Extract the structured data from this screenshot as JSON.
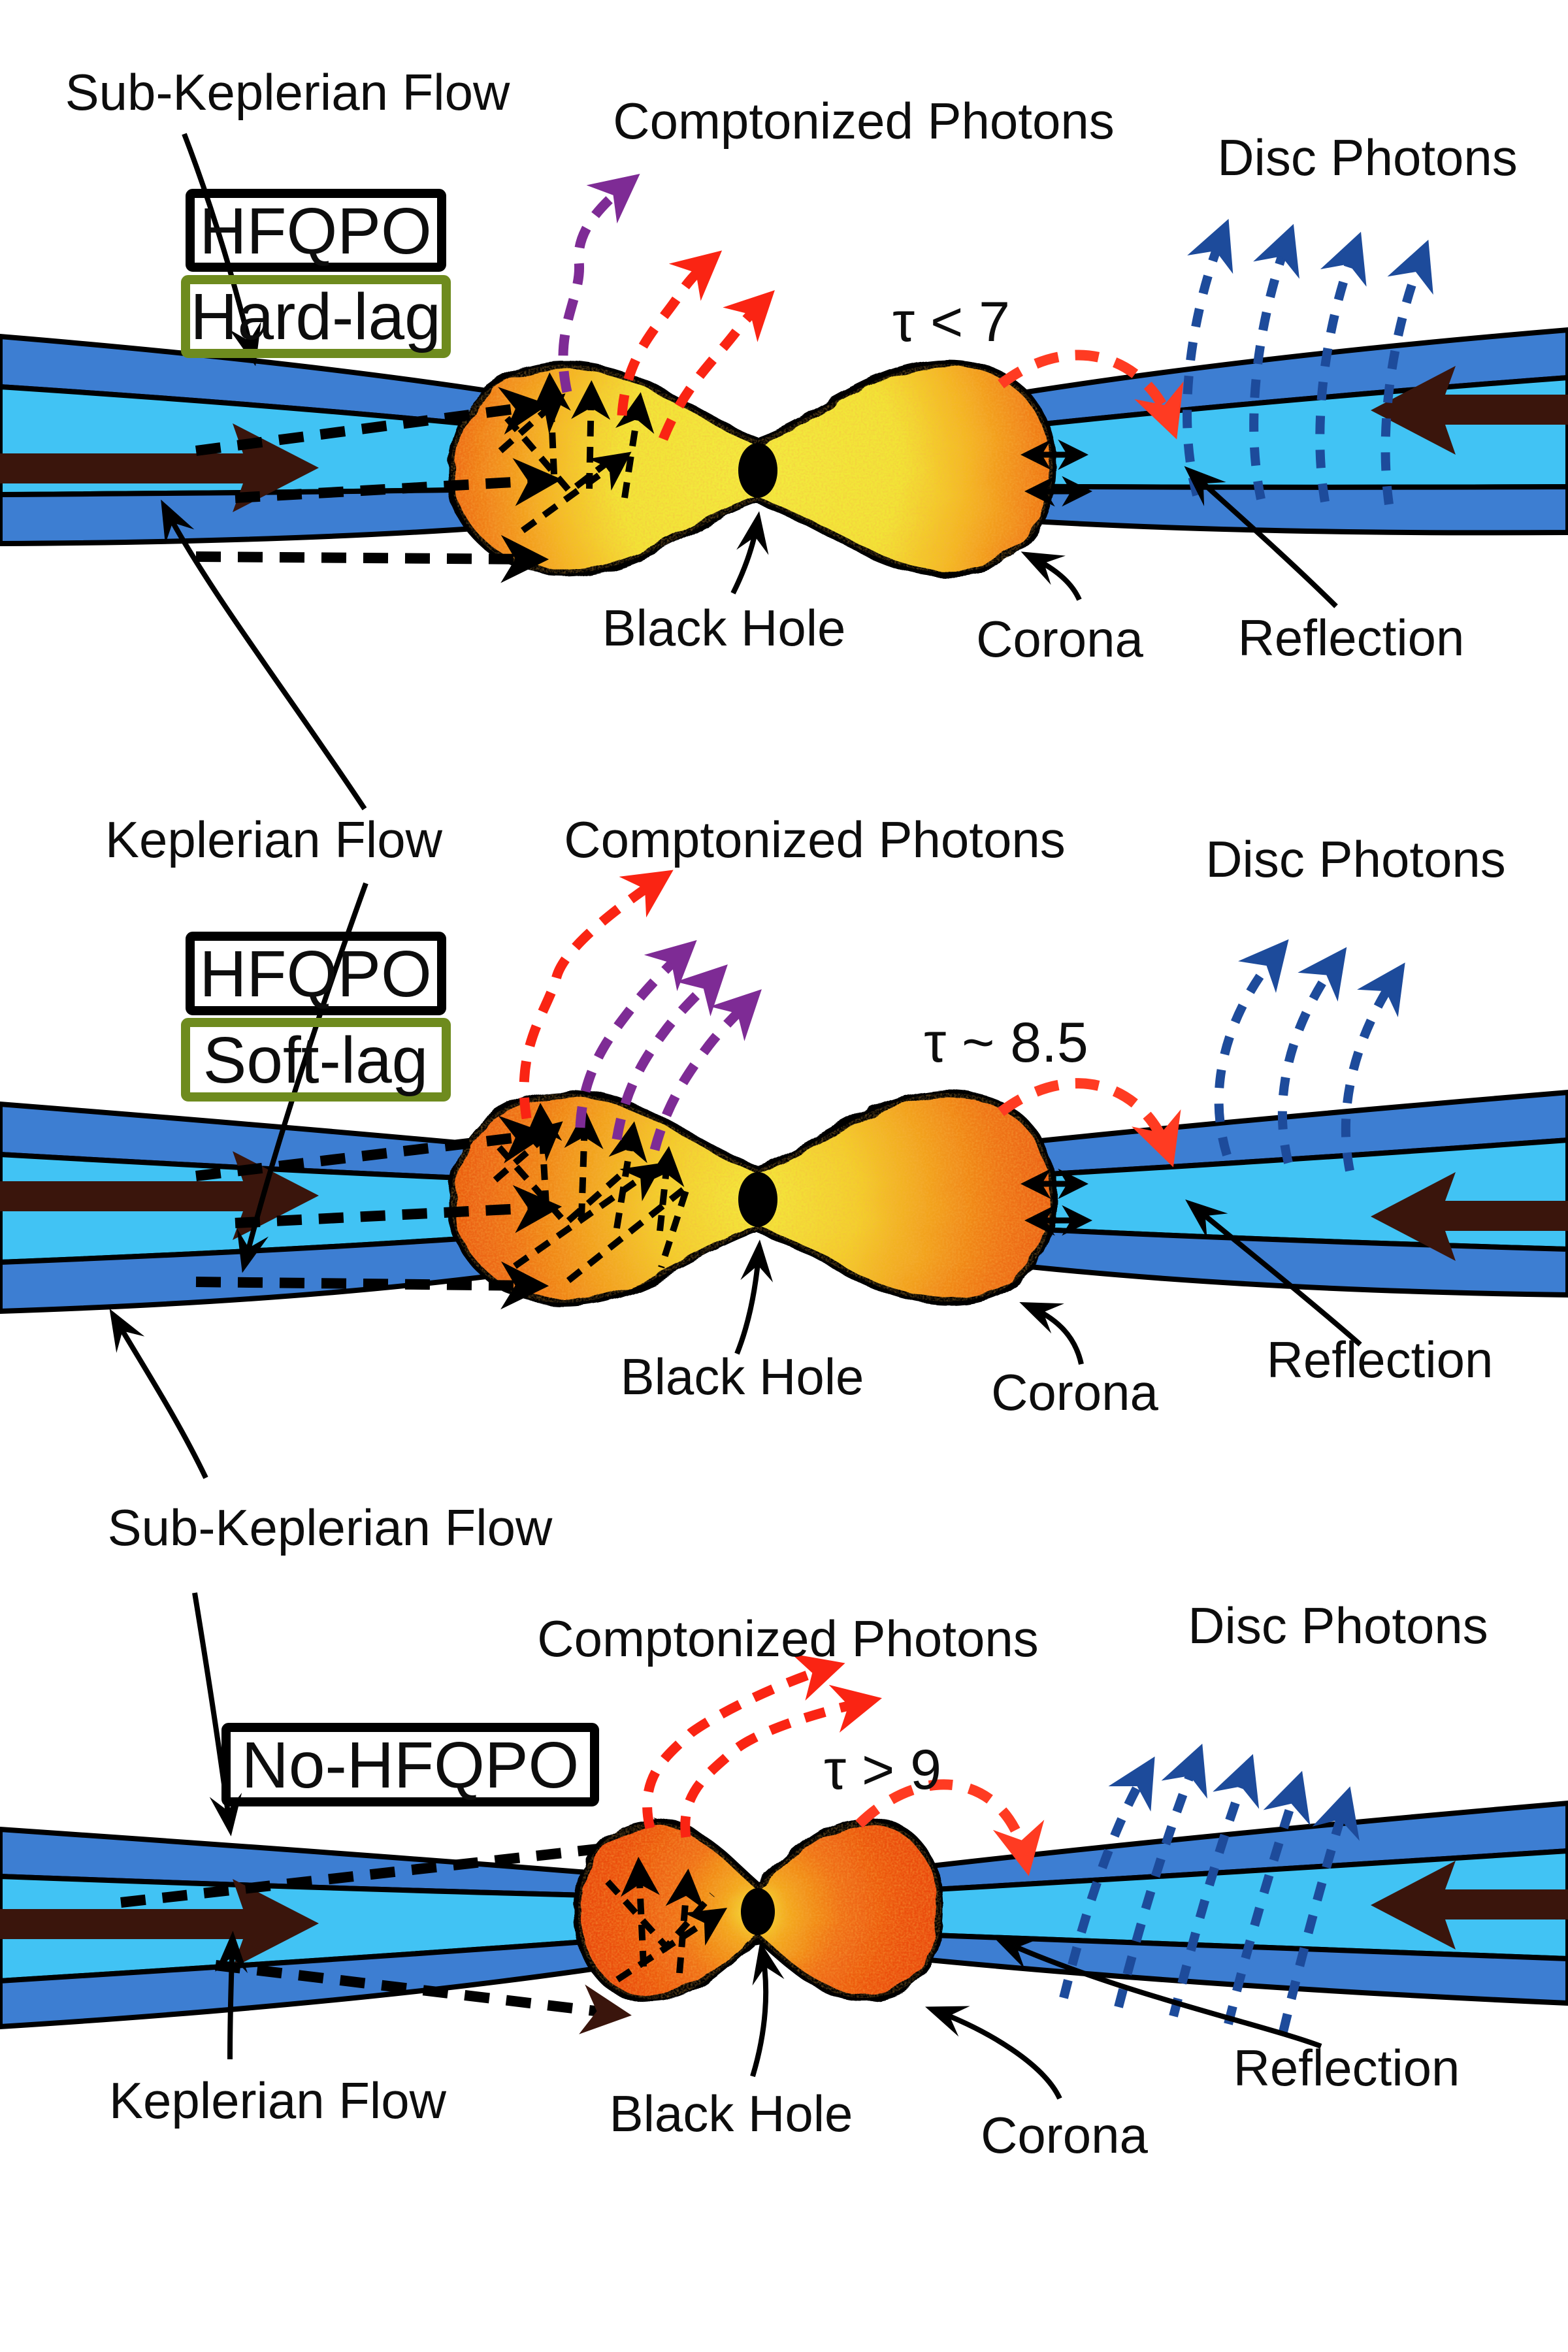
{
  "colors": {
    "background": "#ffffff",
    "outline": "#000000",
    "disc_outer": "#3d7ed2",
    "disc_inner": "#41c3f4",
    "inflow_brown": "#3a150c",
    "corona_yellow": "#f3ec3e",
    "corona_orange": "#f1851a",
    "corona_red_orange": "#e9500f",
    "corona_deep_red": "#e8430c",
    "comptonized_red": "#fa2413",
    "comptonized_purple": "#7e2b95",
    "disc_photon_blue": "#1d4b9b",
    "reflection_red": "#ff3b22",
    "box_border_olive": "#6e8b1e",
    "hard_lag_red": "#ff0404",
    "soft_lag_purple": "#9a1fa8"
  },
  "panel1": {
    "flow_label": "Sub-Keplerian Flow",
    "qpo_label": "HFQPO",
    "lag_label": "Hard-lag",
    "comptonized_label": "Comptonized Photons",
    "disc_photons_label": "Disc Photons",
    "tau_label": "τ < 7",
    "black_hole_label": "Black Hole",
    "corona_label": "Corona",
    "reflection_label": "Reflection"
  },
  "panel2": {
    "flow_label": "Keplerian Flow",
    "qpo_label": "HFQPO",
    "lag_label": "Soft-lag",
    "comptonized_label": "Comptonized Photons",
    "disc_photons_label": "Disc Photons",
    "tau_label": "τ ~ 8.5",
    "black_hole_label": "Black Hole",
    "corona_label": "Corona",
    "reflection_label": "Reflection"
  },
  "panel3": {
    "flow_label_top": "Sub-Keplerian Flow",
    "flow_label_bottom": "Keplerian Flow",
    "qpo_label": "No-HFQPO",
    "comptonized_label": "Comptonized Photons",
    "disc_photons_label": "Disc Photons",
    "tau_label": "τ > 9",
    "black_hole_label": "Black Hole",
    "corona_label": "Corona",
    "reflection_label": "Reflection"
  }
}
